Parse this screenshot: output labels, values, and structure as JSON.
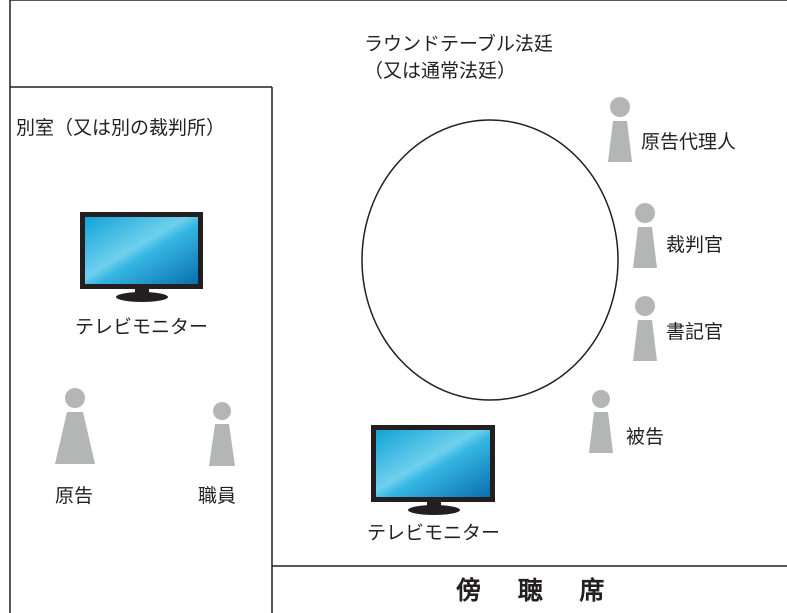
{
  "courtroom": {
    "title_line1": "ラウンドテーブル法廷",
    "title_line2": "（又は通常法廷）"
  },
  "separate_room": {
    "title": "別室（又は別の裁判所）"
  },
  "labels": {
    "tv_monitor_room": "テレビモニター",
    "tv_monitor_court": "テレビモニター",
    "plaintiff": "原告",
    "staff": "職員",
    "plaintiff_attorney": "原告代理人",
    "judge": "裁判官",
    "clerk": "書記官",
    "defendant": "被告",
    "public_gallery": "傍 聴 席"
  },
  "colors": {
    "line": "#231f20",
    "person": "#b4b5b5",
    "screen_top": "#1aa7d8",
    "screen_bottom": "#0b78b2"
  }
}
